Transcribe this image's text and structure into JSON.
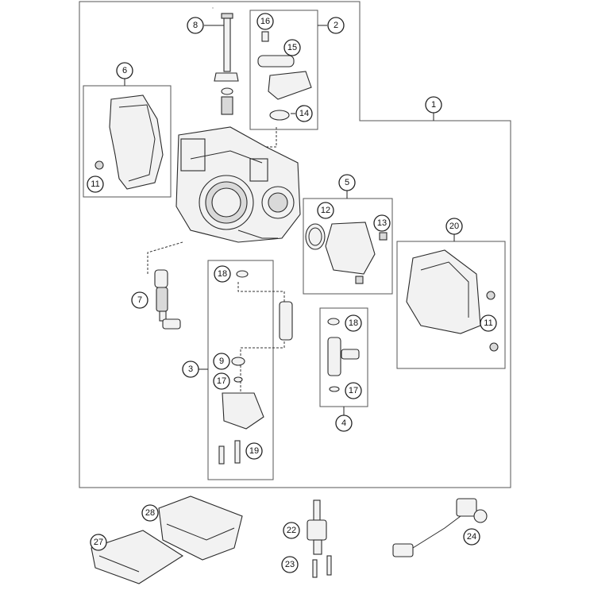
{
  "callouts": {
    "c1": "1",
    "c2": "2",
    "c3": "3",
    "c4": "4",
    "c5": "5",
    "c6": "6",
    "c7": "7",
    "c8": "8",
    "c9": "9",
    "c11a": "11",
    "c11b": "11",
    "c12": "12",
    "c13": "13",
    "c14": "14",
    "c15": "15",
    "c16": "16",
    "c17a": "17",
    "c17b": "17",
    "c18a": "18",
    "c18b": "18",
    "c19": "19",
    "c20": "20",
    "c22": "22",
    "c23": "23",
    "c24": "24",
    "c27": "27",
    "c28": "28"
  }
}
